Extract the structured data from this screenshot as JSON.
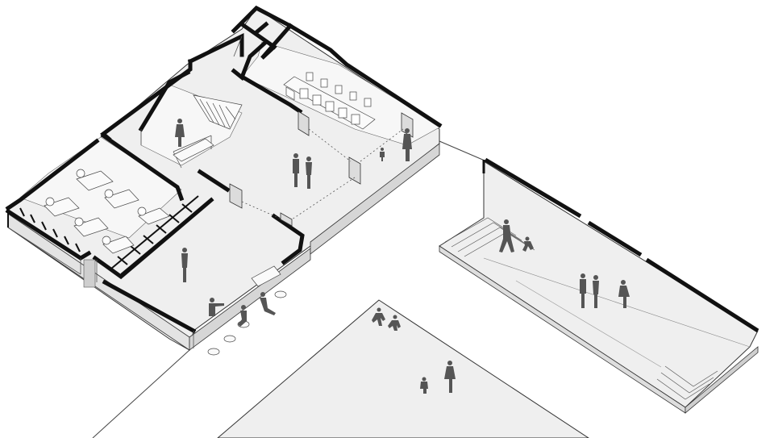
{
  "diagram": {
    "kind": "isometric-architectural-floor-plan",
    "colors": {
      "background": "#ffffff",
      "floor": "#efefef",
      "wall": "#111111",
      "line": "#444444",
      "figure": "#555555"
    },
    "rooms": [
      {
        "id": "meeting-room",
        "furniture": "long-table-with-chairs"
      },
      {
        "id": "staircase-room",
        "furniture": "stair-and-counter"
      },
      {
        "id": "office-room",
        "furniture": "desks-and-chairs"
      },
      {
        "id": "storage-room",
        "furniture": "shelving"
      },
      {
        "id": "main-hall",
        "furniture": "open-floor"
      }
    ],
    "outdoor": [
      {
        "id": "terrace-platform"
      },
      {
        "id": "plaza"
      }
    ]
  }
}
